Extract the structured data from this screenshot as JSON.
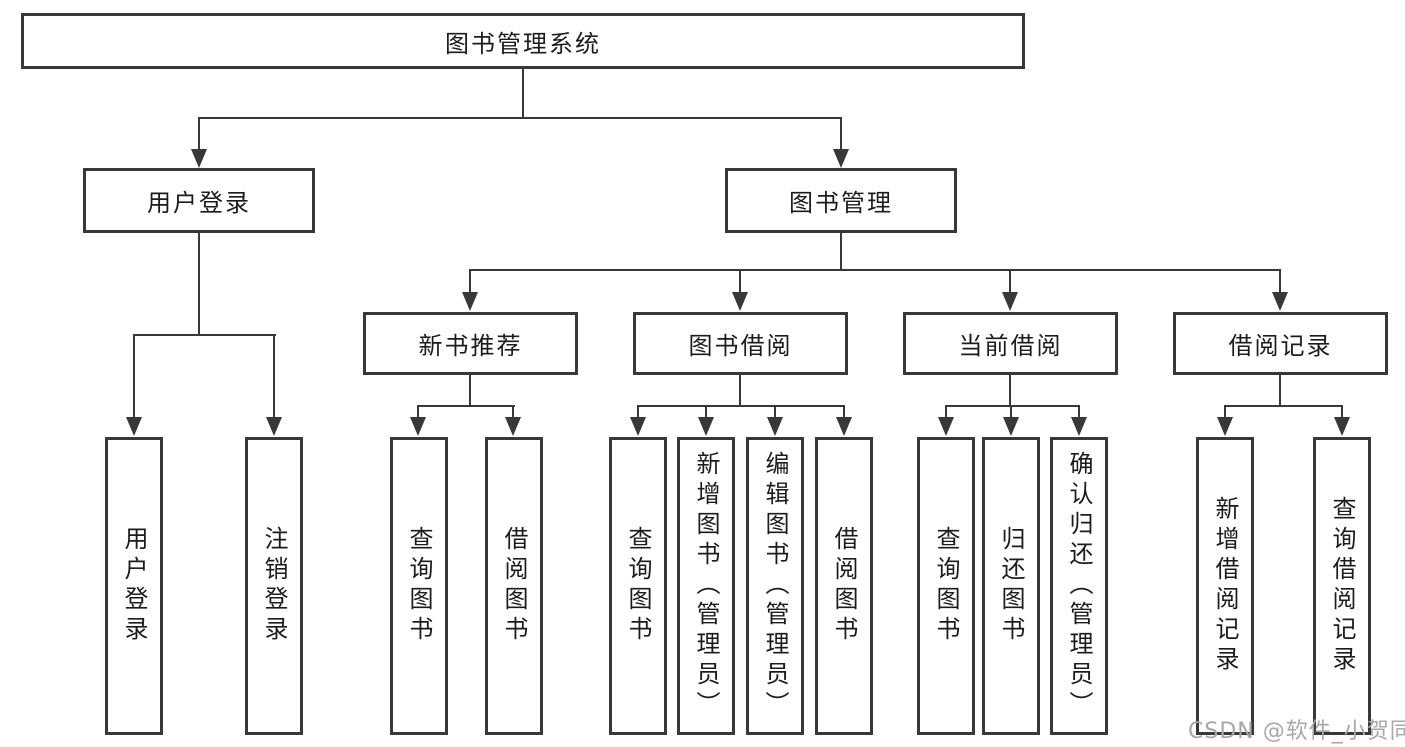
{
  "diagram": {
    "root": {
      "label": "图书管理系统"
    },
    "level2": [
      {
        "label": "用户登录"
      },
      {
        "label": "图书管理"
      }
    ],
    "level3": [
      {
        "label": "新书推荐",
        "parent": "图书管理"
      },
      {
        "label": "图书借阅",
        "parent": "图书管理"
      },
      {
        "label": "当前借阅",
        "parent": "图书管理"
      },
      {
        "label": "借阅记录",
        "parent": "图书管理"
      }
    ],
    "leaves": [
      {
        "label": "用户登录",
        "parent": "用户登录"
      },
      {
        "label": "注销登录",
        "parent": "用户登录"
      },
      {
        "label": "查询图书",
        "parent": "新书推荐"
      },
      {
        "label": "借阅图书",
        "parent": "新书推荐"
      },
      {
        "label": "查询图书",
        "parent": "图书借阅"
      },
      {
        "label": "新增图书（管理员）",
        "parent": "图书借阅"
      },
      {
        "label": "编辑图书（管理员）",
        "parent": "图书借阅"
      },
      {
        "label": "借阅图书",
        "parent": "图书借阅"
      },
      {
        "label": "查询图书",
        "parent": "当前借阅"
      },
      {
        "label": "归还图书",
        "parent": "当前借阅"
      },
      {
        "label": "确认归还（管理员）",
        "parent": "当前借阅"
      },
      {
        "label": "新增借阅记录",
        "parent": "借阅记录"
      },
      {
        "label": "查询借阅记录",
        "parent": "借阅记录"
      }
    ]
  },
  "watermark": {
    "text": "CSDN @软件_小贺同学",
    "color": "#a8a8a8"
  },
  "colors": {
    "line": "#383838",
    "text": "#1c1c1c",
    "background": "#ffffff"
  }
}
